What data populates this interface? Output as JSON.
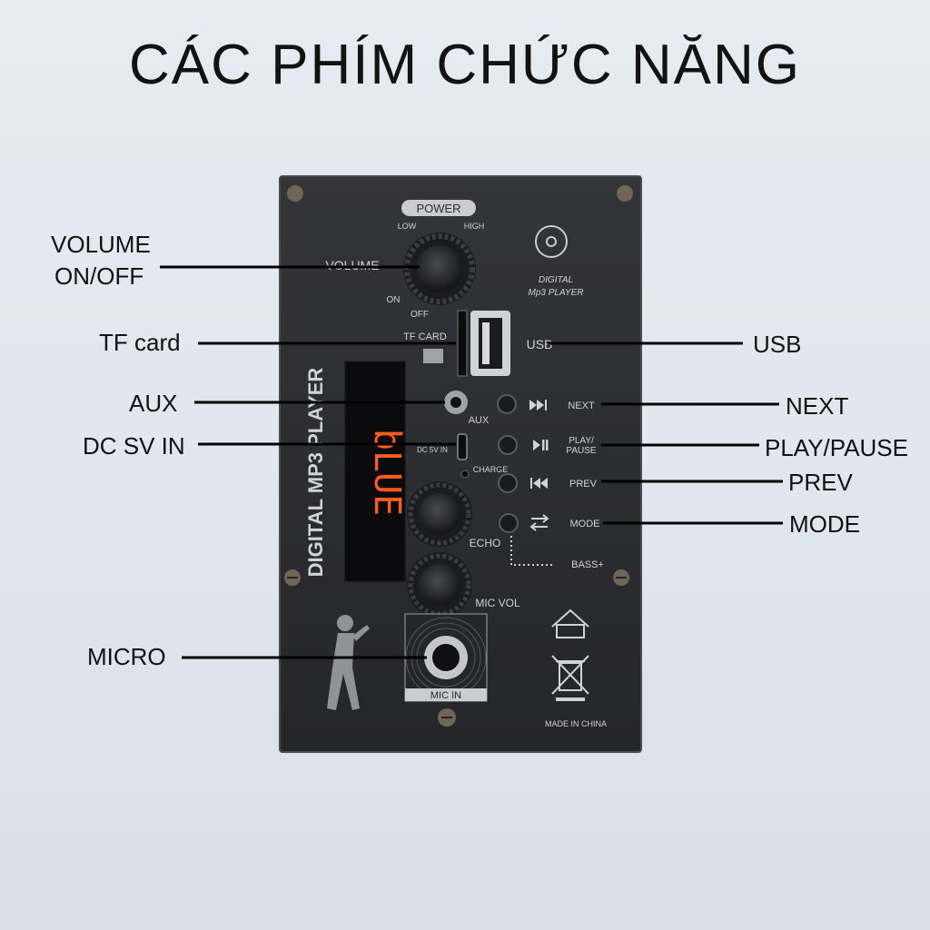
{
  "title": "CÁC PHÍM CHỨC NĂNG",
  "callouts": {
    "volume_line1": "VOLUME",
    "volume_line2": "ON/OFF",
    "tf_card": "TF card",
    "aux": "AUX",
    "dc_in": "DC SV IN",
    "micro": "MICRO",
    "usb": "USB",
    "next": "NEXT",
    "play_pause": "PLAY/PAUSE",
    "prev": "PREV",
    "mode": "MODE"
  },
  "panel": {
    "power": "POWER",
    "low": "LOW",
    "high": "HIGH",
    "volume": "VOLUME",
    "on": "ON",
    "off": "OFF",
    "digital": "DIGITAL",
    "mp3_player": "Mp3 PLAYER",
    "tf_card": "TF CARD",
    "usb": "USB",
    "aux": "AUX",
    "dc_in": "DC 5V IN",
    "charge": "CHARGE",
    "next": "NEXT",
    "play": "PLAY/",
    "pause": "PAUSE",
    "prev": "PREV",
    "mode": "MODE",
    "bass": "BASS+",
    "echo": "ECHO",
    "mic_vol": "MIC VOL",
    "mic_in": "MIC IN",
    "vertical_brand": "DIGITAL MP3 PLAYER",
    "display": "bLUE",
    "made_in": "MADE IN CHINA"
  },
  "colors": {
    "panel": "#2c2d30",
    "led": "#ff5a1f",
    "line": "#000000"
  }
}
